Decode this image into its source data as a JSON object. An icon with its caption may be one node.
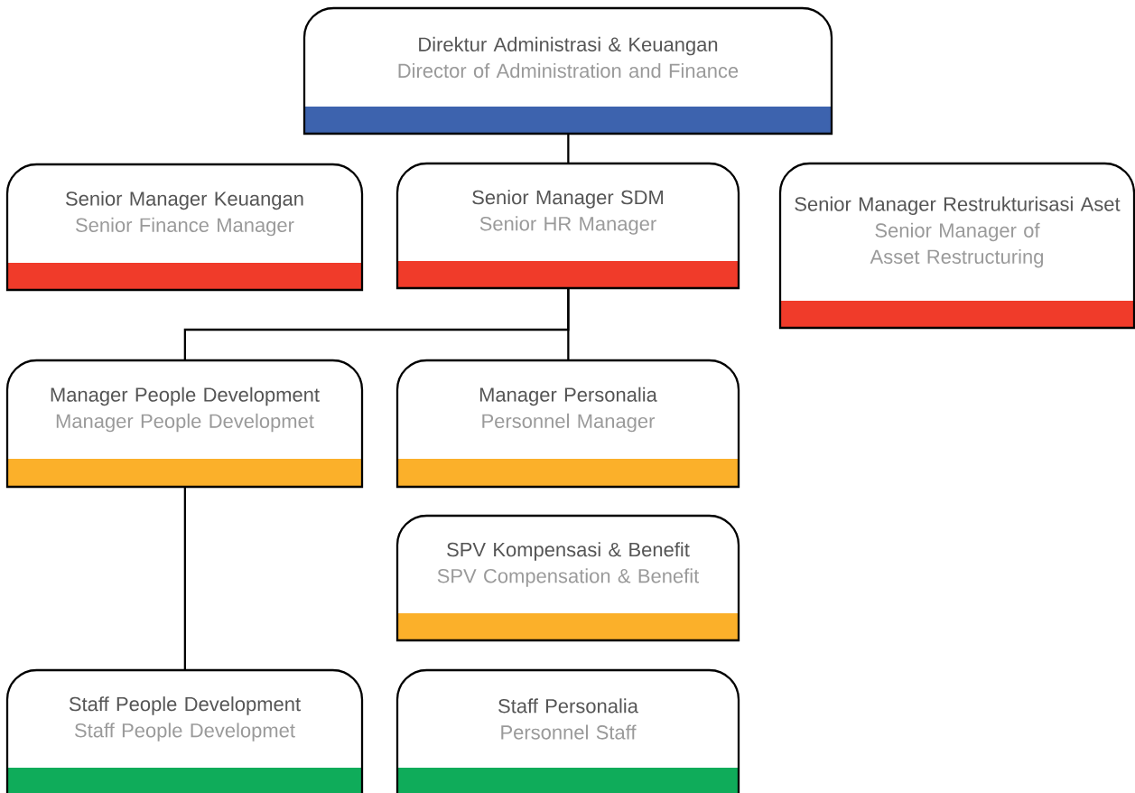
{
  "diagram": {
    "nodes": [
      {
        "text": [
          "Direktur Administrasi & Keuangan",
          "Director of Administration and Finance"
        ]
      },
      {
        "text": [
          "Senior Manager Keuangan",
          "Senior Finance Manager"
        ]
      },
      {
        "text": [
          "Senior Manager SDM",
          "Senior HR Manager"
        ]
      },
      {
        "text": [
          "Senior Manager Restrukturisasi Aset",
          "Senior Manager of Asset Restructuring"
        ]
      },
      {
        "text": [
          "Manager People Development",
          "Manager People Developmet"
        ]
      },
      {
        "text": [
          "Manager Personalia",
          "Personnel Manager"
        ]
      },
      {
        "text": [
          "SPV Kompensasi & Benefit",
          "SPV Compensation & Benefit"
        ]
      },
      {
        "text": [
          "Staff People Development",
          "Staff People Developmet"
        ]
      },
      {
        "text": [
          "Staff Personalia",
          "Personnel Staff"
        ]
      }
    ],
    "edges": [
      {
        "from": 0,
        "to": 2,
        "arrow": "none"
      },
      {
        "from": 2,
        "to": 4,
        "arrow": "none"
      },
      {
        "from": 2,
        "to": 5,
        "arrow": "none"
      },
      {
        "from": 4,
        "to": 7,
        "arrow": "none"
      }
    ]
  }
}
